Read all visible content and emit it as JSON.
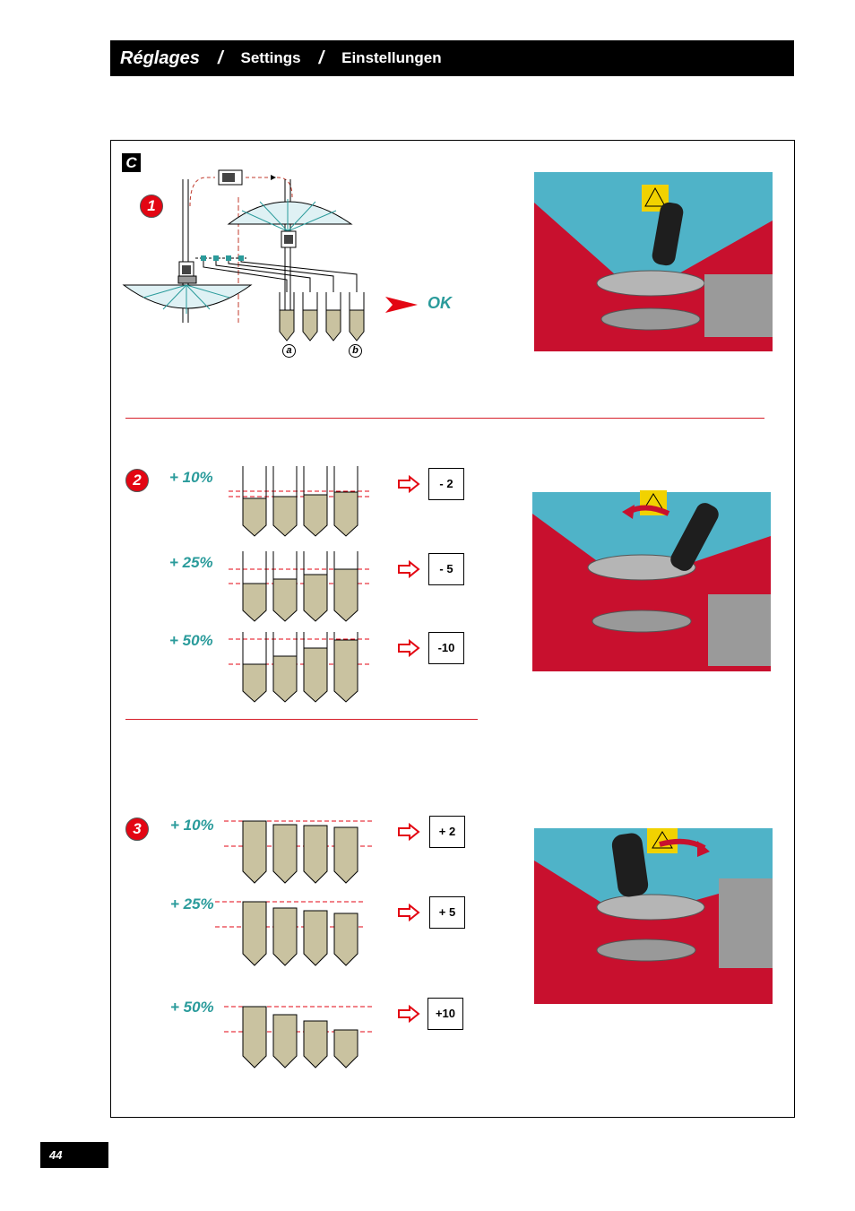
{
  "header": {
    "title_fr": "Réglages",
    "separator": "/",
    "title_en": "Settings",
    "title_de": "Einstellungen"
  },
  "section_label": "C",
  "step1": {
    "number": "1",
    "ok_label": "OK",
    "label_a": "a",
    "label_b": "b"
  },
  "step2": {
    "number": "2",
    "rows": [
      {
        "pct": "+ 10%",
        "value": "- 2"
      },
      {
        "pct": "+ 25%",
        "value": "- 5"
      },
      {
        "pct": "+ 50%",
        "value": "-10"
      }
    ]
  },
  "step3": {
    "number": "3",
    "rows": [
      {
        "pct": "+ 10%",
        "value": "+ 2"
      },
      {
        "pct": "+ 25%",
        "value": "+ 5"
      },
      {
        "pct": "+ 50%",
        "value": "+10"
      }
    ]
  },
  "page_number": "44",
  "colors": {
    "accent_red": "#e30613",
    "teal": "#2a9b9b",
    "hopper_blue": "#4fb3c8",
    "frame_red": "#c8102e"
  }
}
